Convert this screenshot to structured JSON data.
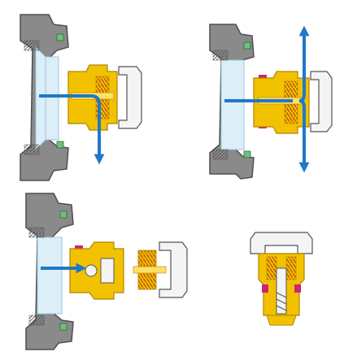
{
  "figure": {
    "panels": [
      {
        "id": "panel-1",
        "description_key": "valve-installed-flow-down"
      },
      {
        "id": "panel-2",
        "description_key": "valve-open-bidirectional-flow"
      },
      {
        "id": "panel-3",
        "description_key": "valve-body-with-separated-cap"
      },
      {
        "id": "panel-4",
        "description_key": "valve-cartridge-detached"
      }
    ]
  },
  "colors": {
    "housing": "#8a8a8a",
    "housing_dark": "#4f4f4f",
    "housing_light": "#a5a5a5",
    "pipe": "#dceef8",
    "pipe_edge": "#9cc6df",
    "brass": "#f2c200",
    "brass_dark": "#b08400",
    "brass_light": "#ffe066",
    "spring": "#d9781a",
    "cap": "#f4f4f4",
    "cap_edge": "#555555",
    "seal_pink": "#cc2277",
    "seal_green": "#6fbf7f",
    "flow": "#1f78c8",
    "thread": "#666666"
  }
}
